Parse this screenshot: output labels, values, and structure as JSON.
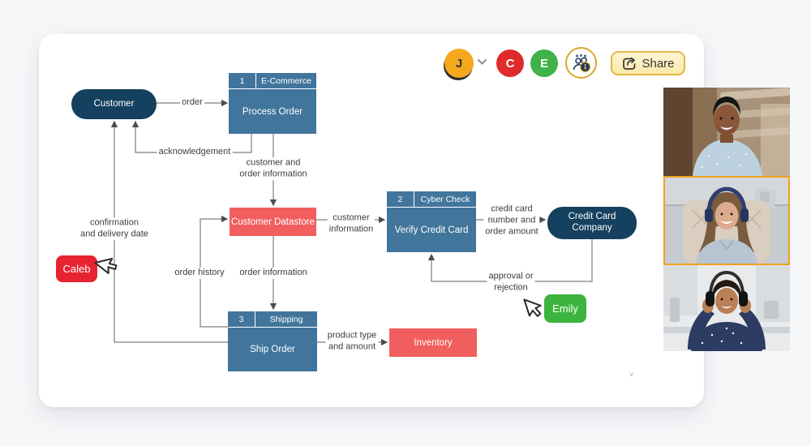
{
  "app": {
    "share_label": "Share",
    "collaborator_avatars": [
      {
        "initial": "J",
        "color": "#f5a81d"
      },
      {
        "initial": "C",
        "color": "#df2b2b"
      },
      {
        "initial": "E",
        "color": "#3fb24a"
      }
    ]
  },
  "diagram": {
    "nodes": {
      "customer": {
        "label": "Customer",
        "color": "#15405f"
      },
      "process_order": {
        "number": "1",
        "title": "E-Commerce",
        "label": "Process Order",
        "color": "#41759c"
      },
      "customer_datastore": {
        "label": "Customer Datastore",
        "color": "#f15e5e"
      },
      "verify_credit_card": {
        "number": "2",
        "title": "Cyber Check",
        "label": "Verify Credit Card",
        "color": "#41759c"
      },
      "credit_card_company": {
        "label": "Credit Card Company",
        "color": "#15405f"
      },
      "ship_order": {
        "number": "3",
        "title": "Shipping",
        "label": "Ship Order",
        "color": "#41759c"
      },
      "inventory": {
        "label": "Inventory",
        "color": "#f15e5e"
      }
    },
    "edge_labels": {
      "order": {
        "text": "order"
      },
      "acknowledgement": {
        "text": "acknowledgement"
      },
      "customer_order_info": {
        "text": "customer and order information",
        "lines": [
          "customer and",
          "order information"
        ]
      },
      "confirmation": {
        "text": "confirmation and delivery date",
        "lines": [
          "confirmation",
          "and delivery date"
        ]
      },
      "order_history": {
        "text": "order history"
      },
      "order_information": {
        "text": "order information"
      },
      "customer_information": {
        "text": "customer information",
        "lines": [
          "customer",
          "information"
        ]
      },
      "credit_card_number": {
        "text": "credit card number and order amount",
        "lines": [
          "credit card",
          "number and",
          "order amount"
        ]
      },
      "approval": {
        "text": "approval or rejection",
        "lines": [
          "approval or",
          "rejection"
        ]
      },
      "product_type": {
        "text": "product type and amount",
        "lines": [
          "product type",
          "and amount"
        ]
      }
    }
  },
  "cursors": [
    {
      "name": "Caleb",
      "color": "#e82330"
    },
    {
      "name": "Emily",
      "color": "#3cb43e"
    }
  ],
  "video_panel": {
    "active_border_color": "#f0a11f",
    "participants": [
      {
        "id": "participant-1",
        "active": false
      },
      {
        "id": "participant-2",
        "active": true
      },
      {
        "id": "participant-3",
        "active": false
      }
    ]
  }
}
